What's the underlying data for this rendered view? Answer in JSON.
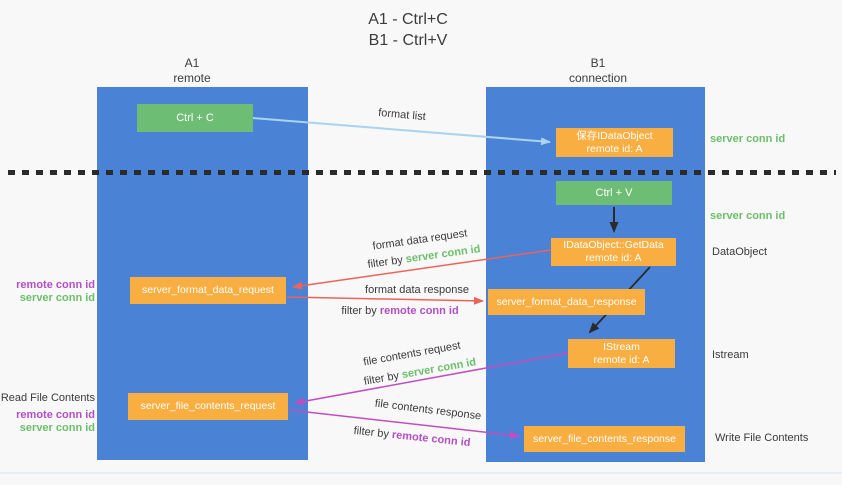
{
  "title": {
    "line1": "A1 - Ctrl+C",
    "line2": "B1 - Ctrl+V"
  },
  "lanes": {
    "a1": {
      "name": "A1",
      "subtitle": "remote"
    },
    "b1": {
      "name": "B1",
      "subtitle": "connection"
    }
  },
  "boxes": {
    "ctrl_c": {
      "label": "Ctrl + C"
    },
    "save_dataobject": {
      "line1": "保存IDataObject",
      "line2": "remote id: A"
    },
    "ctrl_v": {
      "label": "Ctrl + V"
    },
    "getdata": {
      "line1": "IDataObject::GetData",
      "line2": "remote id: A"
    },
    "format_request": {
      "label": "server_format_data_request"
    },
    "format_response": {
      "label": "server_format_data_response"
    },
    "istream": {
      "line1": "IStream",
      "line2": "remote id: A"
    },
    "file_request": {
      "label": "server_file_contents_request"
    },
    "file_response": {
      "label": "server_file_contents_response"
    }
  },
  "arrow_labels": {
    "format_list": "format list",
    "format_data_request": "format data request",
    "format_data_response": "format data response",
    "file_contents_request": "file contents request",
    "file_contents_response": "file contents response",
    "filter_by": "filter by",
    "server_conn_id": "server conn id",
    "remote_conn_id": "remote conn id"
  },
  "annotations": {
    "server_conn_id_top": "server conn id",
    "server_conn_id_mid": "server conn id",
    "dataobject": "DataObject",
    "istream": "Istream",
    "write_file_contents": "Write File Contents",
    "read_file_contents": "Read File Contents",
    "left_top": {
      "remote": "remote conn id",
      "server": "server conn id"
    },
    "left_bottom": {
      "remote": "remote conn id",
      "server": "server conn id"
    }
  },
  "colors": {
    "lane_blue": "#4A82D6",
    "box_green": "#6EBD74",
    "box_orange": "#F9AE42",
    "text_green": "#6BBF6A",
    "text_purple": "#B24FC6",
    "arrow_red": "#EE6359",
    "arrow_magenta": "#C24DBE",
    "arrow_lightblue": "#A9D3F0",
    "arrow_black": "#2B2B2B",
    "background": "#F8F8F8"
  }
}
